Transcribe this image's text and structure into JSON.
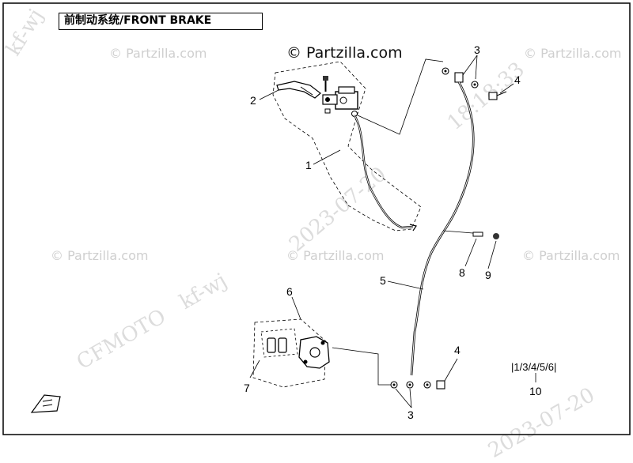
{
  "title": "前制动系统/FRONT BRAKE",
  "watermarks": {
    "main": "© Partzilla.com",
    "repeat": "© Partzilla.com",
    "stamp_user": "kf-wj",
    "stamp_brand": "CFMOTO",
    "stamp_date": "2023-07-20",
    "stamp_time": "18:18:33",
    "stamp_date_bottom": "2023-07-20"
  },
  "callouts": {
    "c1": "1",
    "c2": "2",
    "c3_top": "3",
    "c4_top": "4",
    "c5": "5",
    "c6": "6",
    "c7": "7",
    "c8": "8",
    "c9": "9",
    "c3_bottom": "3",
    "c4_bottom": "4",
    "c10": "10"
  },
  "kit_note": "|1/3/4/5/6|"
}
